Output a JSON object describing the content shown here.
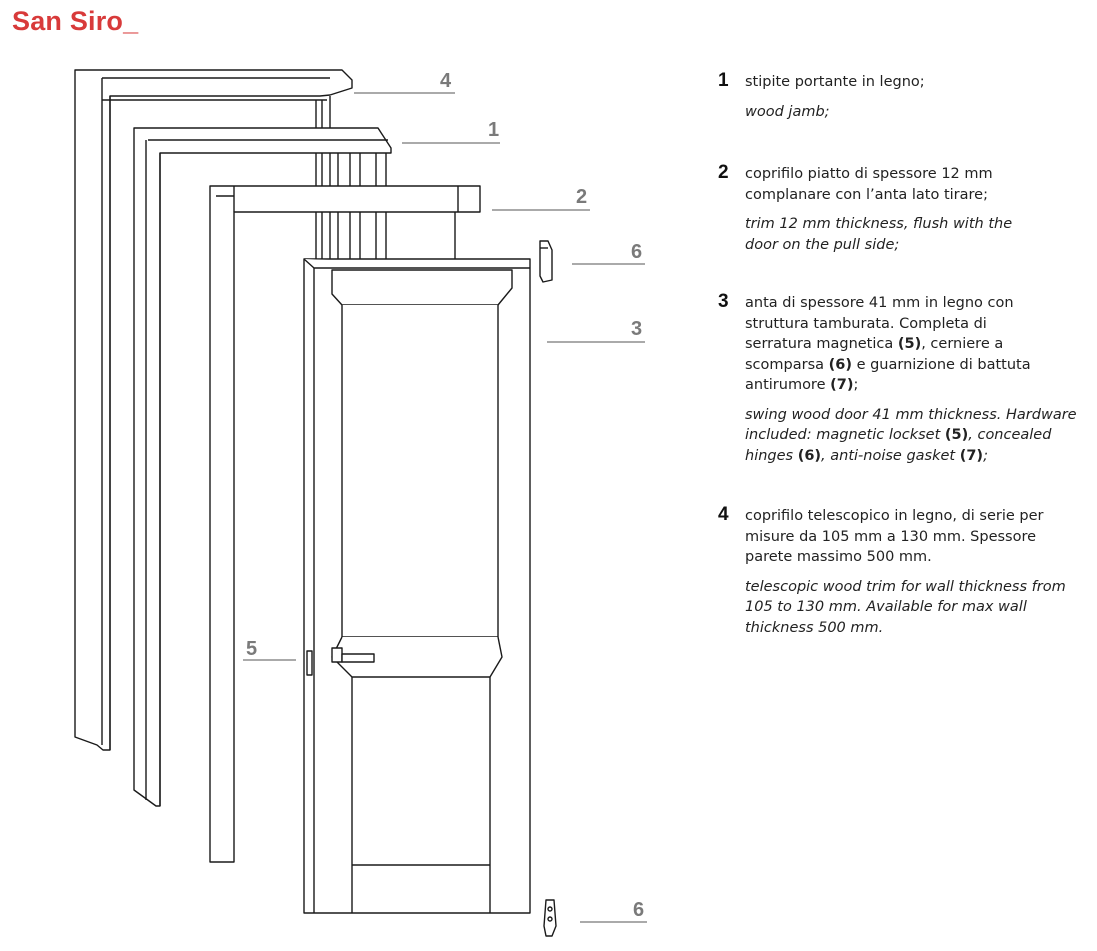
{
  "header": {
    "title": "San Siro_"
  },
  "callouts": {
    "c4": "4",
    "c1": "1",
    "c2": "2",
    "c6a": "6",
    "c3": "3",
    "c5": "5",
    "c6b": "6"
  },
  "legend": [
    {
      "num": "1",
      "it": "stipite portante in legno;",
      "en": "wood jamb;"
    },
    {
      "num": "2",
      "it": "coprifilo piatto di spessore 12 mm complanare con l’anta lato tirare;",
      "en": "trim 12 mm thickness, flush with the door on the pull side;"
    },
    {
      "num": "3",
      "it_parts": [
        "anta di spessore 41 mm in legno con struttura tamburata. Completa di serratura magnetica ",
        "(5)",
        ", cerniere a scomparsa ",
        "(6)",
        " e guarnizione di battuta antirumore ",
        "(7)",
        ";"
      ],
      "en_parts": [
        "swing wood door 41 mm thickness. Hardware included: magnetic lockset ",
        "(5)",
        ", concealed hinges ",
        "(6)",
        ", anti-noise gasket ",
        "(7)",
        ";"
      ]
    },
    {
      "num": "4",
      "it": "coprifilo telescopico in legno, di serie per misure da 105 mm a 130 mm. Spessore parete massimo 500 mm.",
      "en": "telescopic wood trim for wall thickness from 105 to 130 mm. Available for max wall thickness 500 mm."
    }
  ]
}
